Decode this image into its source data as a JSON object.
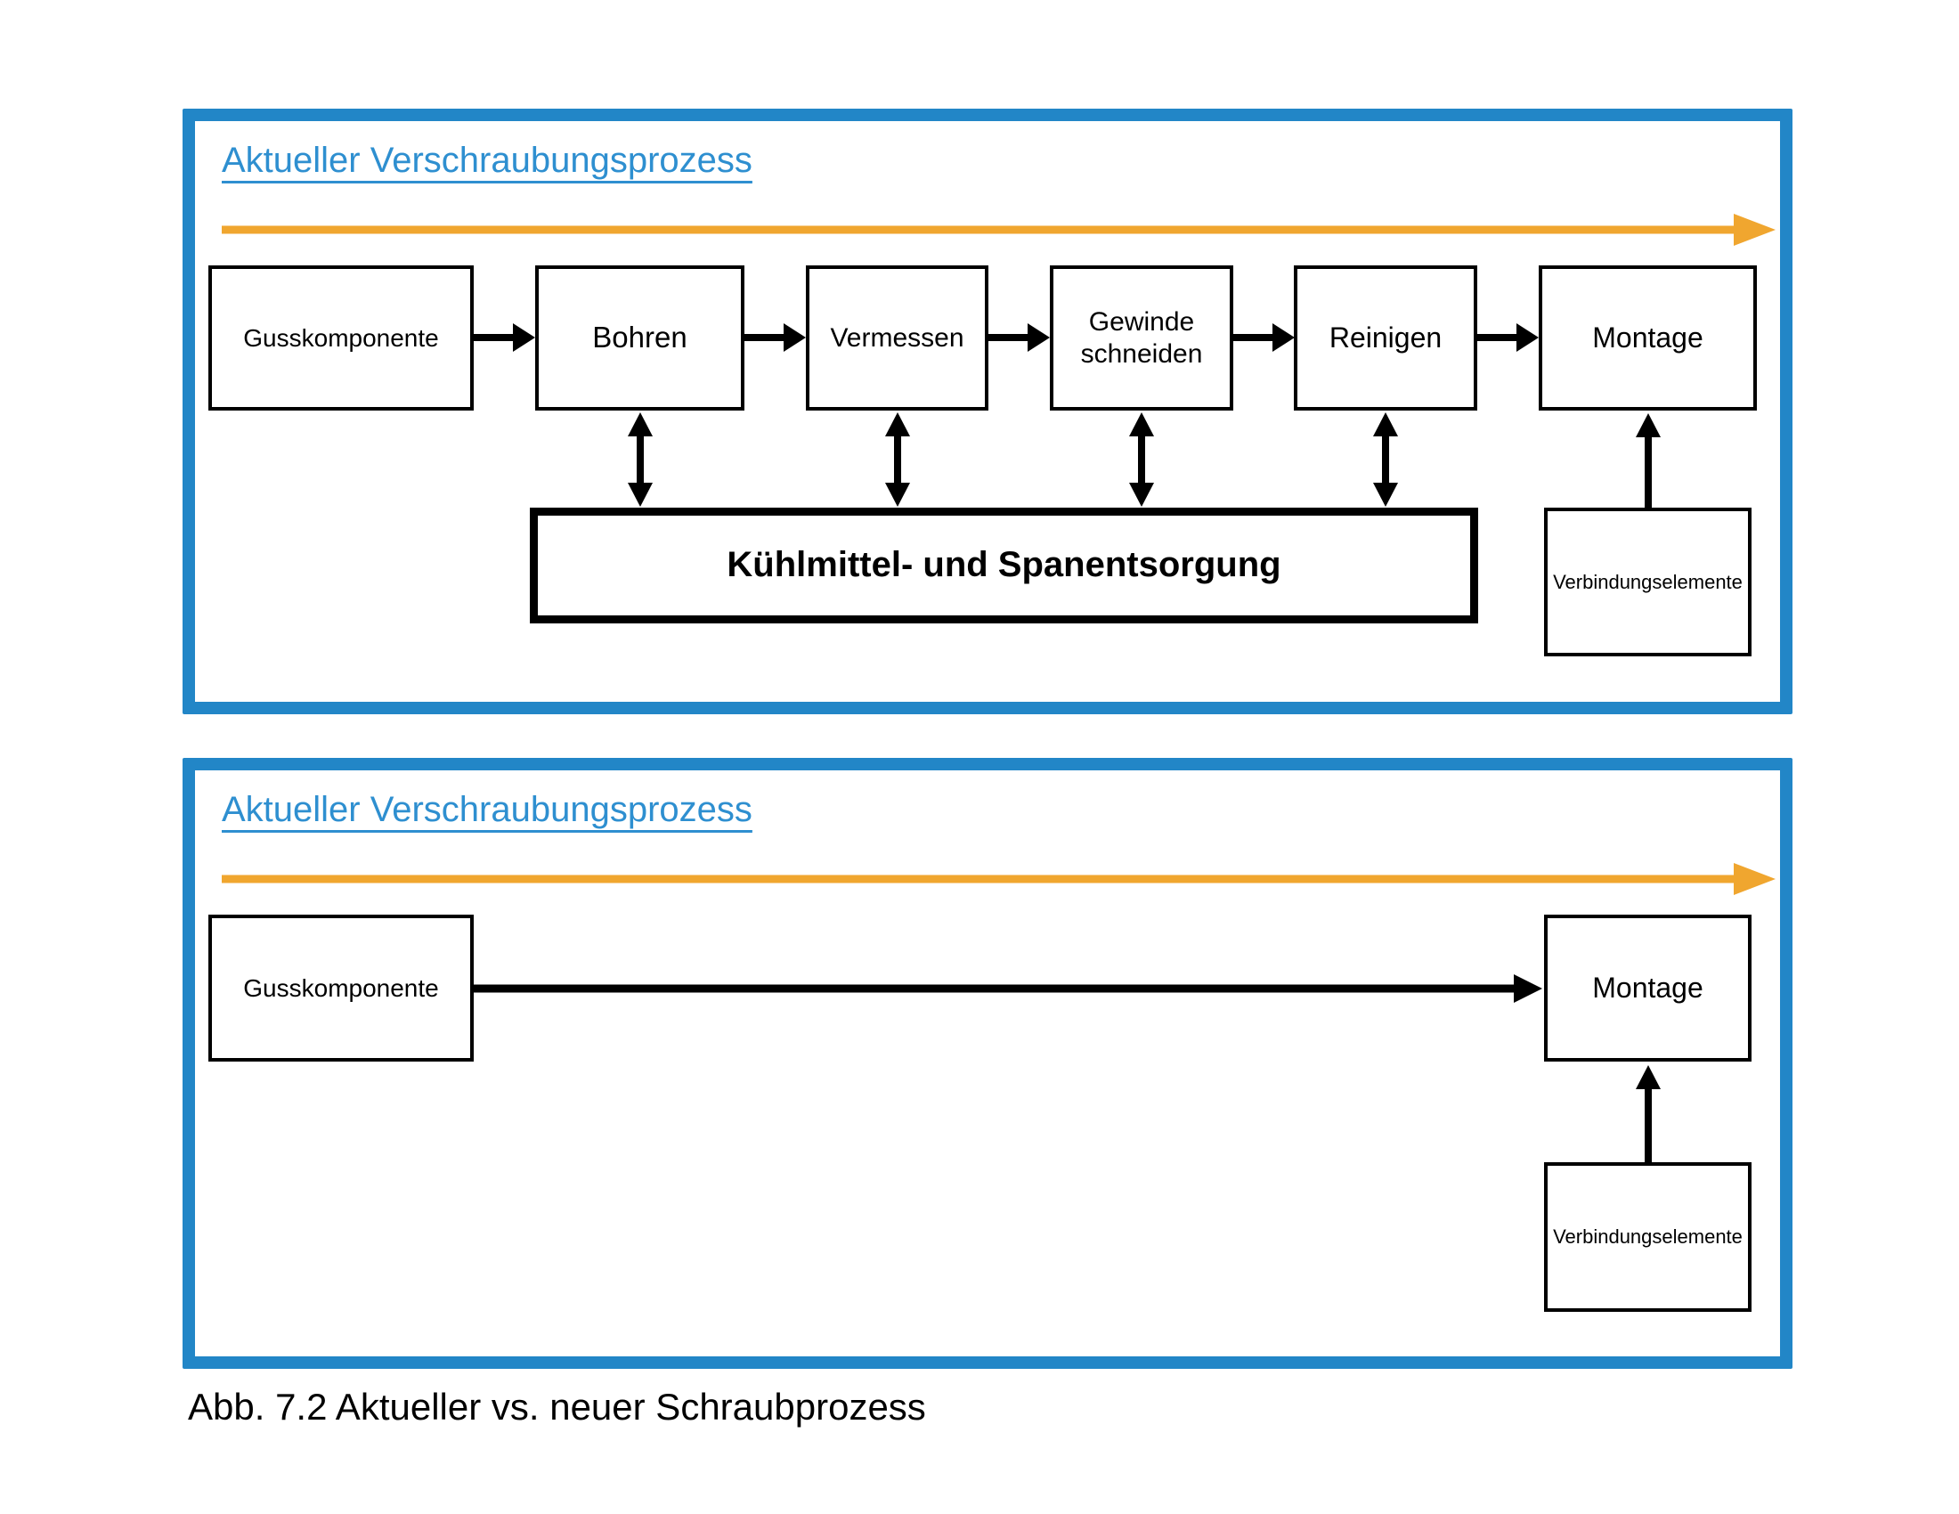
{
  "top_panel": {
    "title": "Aktueller Verschraubungsprozess",
    "boxes": {
      "gusskomponente": "Gusskomponente",
      "bohren": "Bohren",
      "vermessen": "Vermessen",
      "gewinde_schneiden": "Gewinde schneiden",
      "reinigen": "Reinigen",
      "montage": "Montage",
      "kuehlmittel": "Kühlmittel- und Spanentsorgung",
      "verbindungselemente": "Verbindungselemente"
    }
  },
  "bottom_panel": {
    "title": "Aktueller Verschraubungsprozess",
    "boxes": {
      "gusskomponente": "Gusskomponente",
      "montage": "Montage",
      "verbindungselemente": "Verbindungselemente"
    }
  },
  "caption": "Abb. 7.2 Aktueller vs. neuer Schraubprozess",
  "colors": {
    "panel_border_blue": "#2286c7",
    "title_blue": "#2e8fd0",
    "timeline_orange": "#f0a62f",
    "box_border_black": "#000000",
    "background": "#ffffff"
  }
}
